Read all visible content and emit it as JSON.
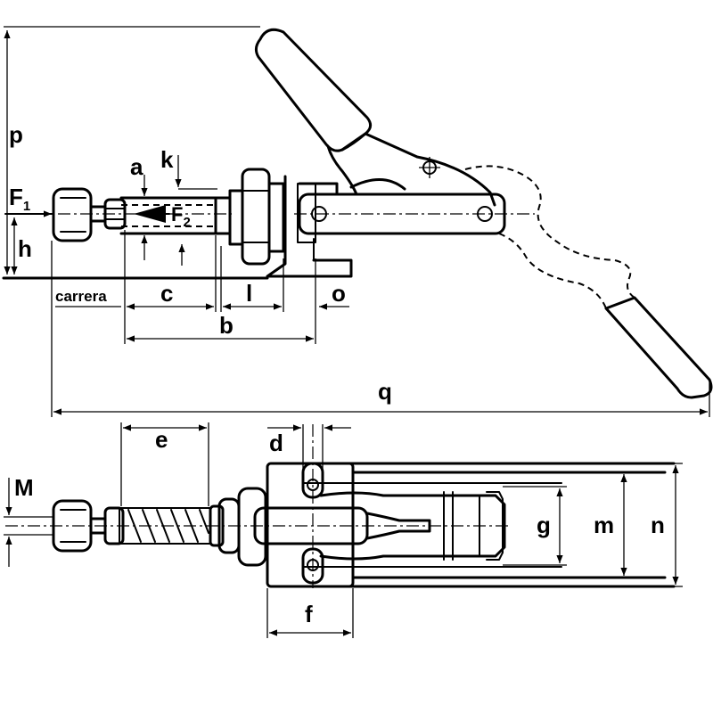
{
  "drawing": {
    "labels": {
      "p": "p",
      "a": "a",
      "k": "k",
      "F1": "F",
      "F1_sub": "1",
      "F2": "F",
      "F2_sub": "2",
      "h": "h",
      "carrera": "carrera",
      "c": "c",
      "l": "l",
      "o": "o",
      "b": "b",
      "q": "q",
      "e": "e",
      "d": "d",
      "M": "M",
      "g": "g",
      "m": "m",
      "n": "n",
      "f": "f"
    }
  }
}
